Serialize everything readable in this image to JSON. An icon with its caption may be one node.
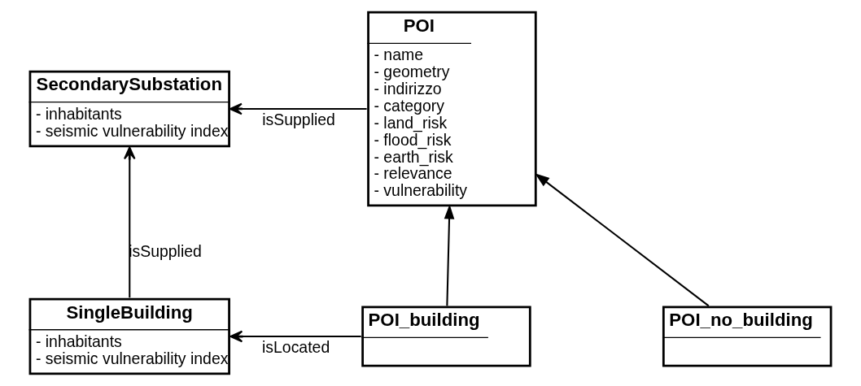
{
  "diagram": {
    "nodes": [
      {
        "text": [
          "POI",
          "- name",
          "- geometry",
          "- indirizzo",
          "- category",
          "- land_risk",
          "- flood_risk",
          "- earth_risk",
          "- relevance",
          "- vulnerability"
        ]
      },
      {
        "text": [
          "SecondarySubstation",
          "- inhabitants",
          "- seismic vulnerability index"
        ]
      },
      {
        "text": [
          "SingleBuilding",
          "- inhabitants",
          "- seismic vulnerability index"
        ]
      },
      {
        "text": [
          "POI_building"
        ]
      },
      {
        "text": [
          "POI_no_building"
        ]
      }
    ],
    "edges": [
      {
        "from": 0,
        "to": 1,
        "arrow": "to",
        "label": "isSupplied"
      },
      {
        "from": 2,
        "to": 1,
        "arrow": "to",
        "label": "isSupplied"
      },
      {
        "from": 3,
        "to": 2,
        "arrow": "to",
        "label": "isLocated"
      },
      {
        "from": 3,
        "to": 0,
        "arrow": "to"
      },
      {
        "from": 4,
        "to": 0,
        "arrow": "to"
      }
    ]
  }
}
